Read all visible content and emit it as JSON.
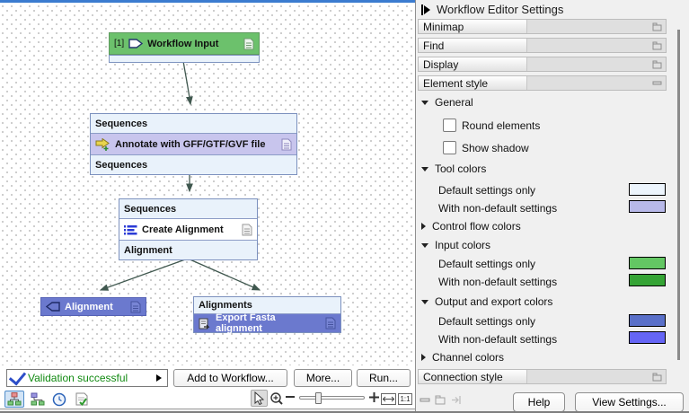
{
  "canvas": {
    "nodes": {
      "workflow_input": {
        "badge": "[1]",
        "label": "Workflow Input"
      },
      "annotate": {
        "top_port": "Sequences",
        "label": "Annotate with GFF/GTF/GVF file",
        "bottom_port": "Sequences"
      },
      "create_alignment": {
        "top_port": "Sequences",
        "label": "Create Alignment",
        "bottom_port": "Alignment"
      },
      "alignment_output": {
        "label": "Alignment"
      },
      "export_fasta": {
        "top_port": "Alignments",
        "label": "Export Fasta alignment"
      }
    }
  },
  "statusbar": {
    "validation_text": "Validation successful",
    "validation_color": "#118a11",
    "add_button": "Add to Workflow...",
    "more_button": "More...",
    "run_button": "Run...",
    "one_to_one": "1:1"
  },
  "panel": {
    "title": "Workflow Editor Settings",
    "sections": [
      {
        "label": "Minimap"
      },
      {
        "label": "Find"
      },
      {
        "label": "Display"
      },
      {
        "label": "Element style"
      },
      {
        "label": "Connection style"
      }
    ],
    "element_style": {
      "general_label": "General",
      "checkboxes": [
        {
          "label": "Round elements",
          "checked": false
        },
        {
          "label": "Show shadow",
          "checked": false
        }
      ],
      "groups": [
        {
          "label": "Tool colors",
          "expanded": true,
          "rows": [
            {
              "label": "Default settings only",
              "color": "#edf5fd"
            },
            {
              "label": "With non-default settings",
              "color": "#b8b9e9"
            }
          ]
        },
        {
          "label": "Control flow colors",
          "expanded": false,
          "rows": []
        },
        {
          "label": "Input colors",
          "expanded": true,
          "rows": [
            {
              "label": "Default settings only",
              "color": "#63c763"
            },
            {
              "label": "With non-default settings",
              "color": "#35a435"
            }
          ]
        },
        {
          "label": "Output and export colors",
          "expanded": true,
          "rows": [
            {
              "label": "Default settings only",
              "color": "#5a70c9"
            },
            {
              "label": "With non-default settings",
              "color": "#6565f5"
            }
          ]
        },
        {
          "label": "Channel colors",
          "expanded": false,
          "rows": []
        }
      ]
    },
    "help_button": "Help",
    "view_settings_button": "View Settings..."
  },
  "colors": {
    "input_node": "#6cc16c",
    "output_node": "#6b79ce",
    "tool_nondefault_row": "#c8c5ed",
    "port_row": "#e9f2fb",
    "arrow": "#40584f",
    "canvas_focus_border": "#3b7cd0"
  }
}
